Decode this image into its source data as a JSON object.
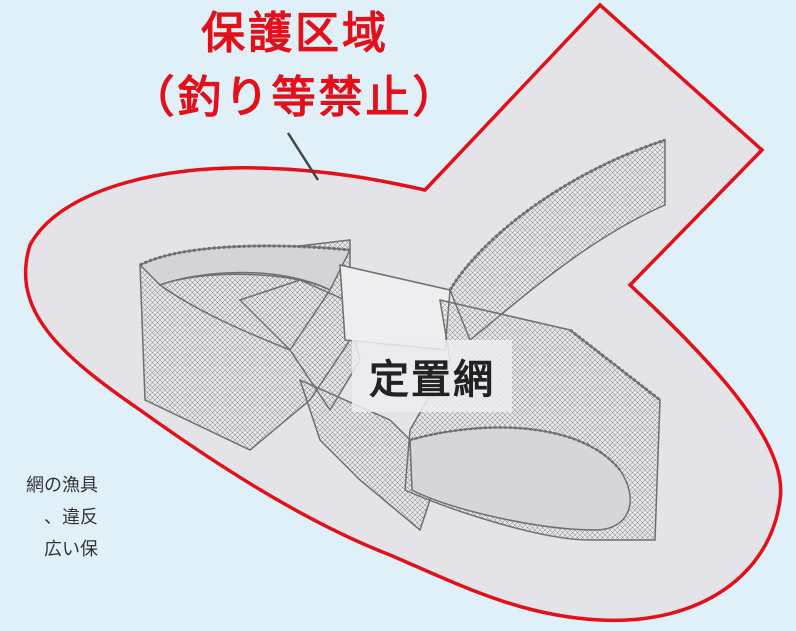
{
  "diagram": {
    "protected_zone_label": [
      "保護区域",
      "（釣り等禁止）"
    ],
    "net_label": "定置網",
    "side_text_lines": [
      "網の漁具",
      "、違反",
      "広い保"
    ],
    "colors": {
      "background": "#dff0f9",
      "zone_fill": "#e4e4e8",
      "zone_outline": "#e3101a",
      "title": "#e3101a",
      "net_stroke": "#6f6f6f"
    }
  }
}
